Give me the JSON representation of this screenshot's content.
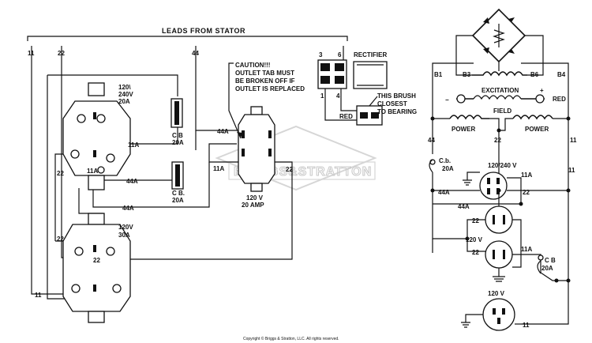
{
  "header": {
    "leads_from_stator": "LEADS FROM STATOR"
  },
  "leads": {
    "l11": "11",
    "l22": "22",
    "l44": "44",
    "l11b": "11"
  },
  "caution": {
    "line1": "CAUTION!!!",
    "line2": "OUTLET TAB MUST",
    "line3": "BE BROKEN OFF IF",
    "line4": "OUTLET IS REPLACED"
  },
  "outlet_upper": {
    "l1": "120\\",
    "l2": "240V",
    "l3": "20A"
  },
  "outlet_lower": {
    "l1": "120V",
    "l2": "30A"
  },
  "outlet_center": {
    "l1": "120 V",
    "l2": "20 AMP"
  },
  "cb_upper": {
    "l1": "C B",
    "l2": "20A"
  },
  "cb_lower": {
    "l1": "C B.",
    "l2": "20A"
  },
  "wires": {
    "w11a_1": "11A",
    "w11a_2": "11A",
    "w11a_3": "11A",
    "w44a_1": "44A",
    "w44a_2": "44A",
    "w44a_3": "44A",
    "w22_1": "22",
    "w22_2": "22",
    "w22_3": "22",
    "w22_4": "22",
    "w11_low": "11",
    "w22_right": "22"
  },
  "rectifier": {
    "title": "RECTIFIER",
    "t3": "3",
    "t6": "6",
    "t1": "1",
    "t4": "4",
    "red": "RED",
    "brush1": "THIS BRUSH",
    "brush2": "CLOSEST",
    "brush3": "TO BEARING"
  },
  "schematic": {
    "b1": "B1",
    "b3": "B3",
    "b6": "B6",
    "b4": "B4",
    "excitation": "EXCITATION",
    "field": "FIELD",
    "red": "RED",
    "minus": "−",
    "plus": "+",
    "power_left": "POWER",
    "power_right": "POWER",
    "n44": "44",
    "n22": "22",
    "n11": "11",
    "cb1_l1": "C.b.",
    "cb1_l2": "20A",
    "r1": "120/240 V",
    "r_11a": "11A",
    "r_44a": "44A",
    "r_22a": "22",
    "r_44a_b": "44A",
    "r_22b": "22",
    "r2": "120 V",
    "r_22c": "22",
    "r_11a_b": "11A",
    "cb2_l1": "C B",
    "cb2_l2": "20A",
    "r3": "120 V",
    "r_11": "11"
  },
  "watermark": "BRIGGS&STRATTON",
  "copyright": "Copyright © Briggs & Stratton, LLC. All rights reserved."
}
